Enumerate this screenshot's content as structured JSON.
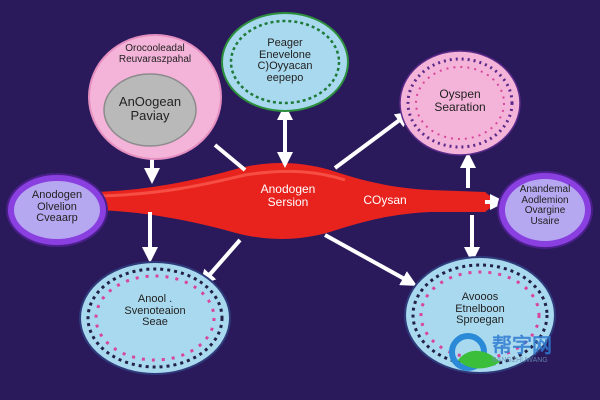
{
  "colors": {
    "background": "#2a1a5c",
    "flow_red": "#e8231e",
    "arrow_white": "#ffffff",
    "pink_node": "#f4b3d8",
    "gray_core": "#b9b9b9",
    "light_blue_node": "#a9d9ee",
    "purple_node": "#8a3fe0",
    "dot_green": "#1f7a3a",
    "dot_purple": "#5b2a8a",
    "dot_pink": "#d8469b"
  },
  "nodes": {
    "top_left_outer": {
      "line1": "Orocooleadal",
      "line2": "Reuvaraszpahal"
    },
    "top_left_inner": {
      "line1": "AnOogean",
      "line2": "Paviay"
    },
    "top_center": {
      "line1": "Peager",
      "line2": "Enevelone",
      "line3": "C)Oyyacan",
      "line4": "eepepo"
    },
    "top_right": {
      "line1": "Oyspen",
      "line2": "Searation"
    },
    "left": {
      "line1": "Anodogen",
      "line2": "Olvelion",
      "line3": "Cveaarp"
    },
    "right": {
      "line1": "Anandemal",
      "line2": "Aodlemion",
      "line3": "Ovargine",
      "line4": "Usaire"
    },
    "bottom_left": {
      "line1": "Anool .",
      "line2": "Svenoteaion",
      "line3": "Seae"
    },
    "bottom_right": {
      "line1": "Avooos",
      "line2": "Etnelboon",
      "line3": "Sproegan"
    }
  },
  "flow": {
    "line1": "Anodogen",
    "line2": "Sersion",
    "right_label": "COysan"
  },
  "watermark": {
    "text": "帮字网",
    "sub": "BANGZHUWANG"
  },
  "icons": {
    "watermark_logo": "leaf-q-logo-icon"
  }
}
